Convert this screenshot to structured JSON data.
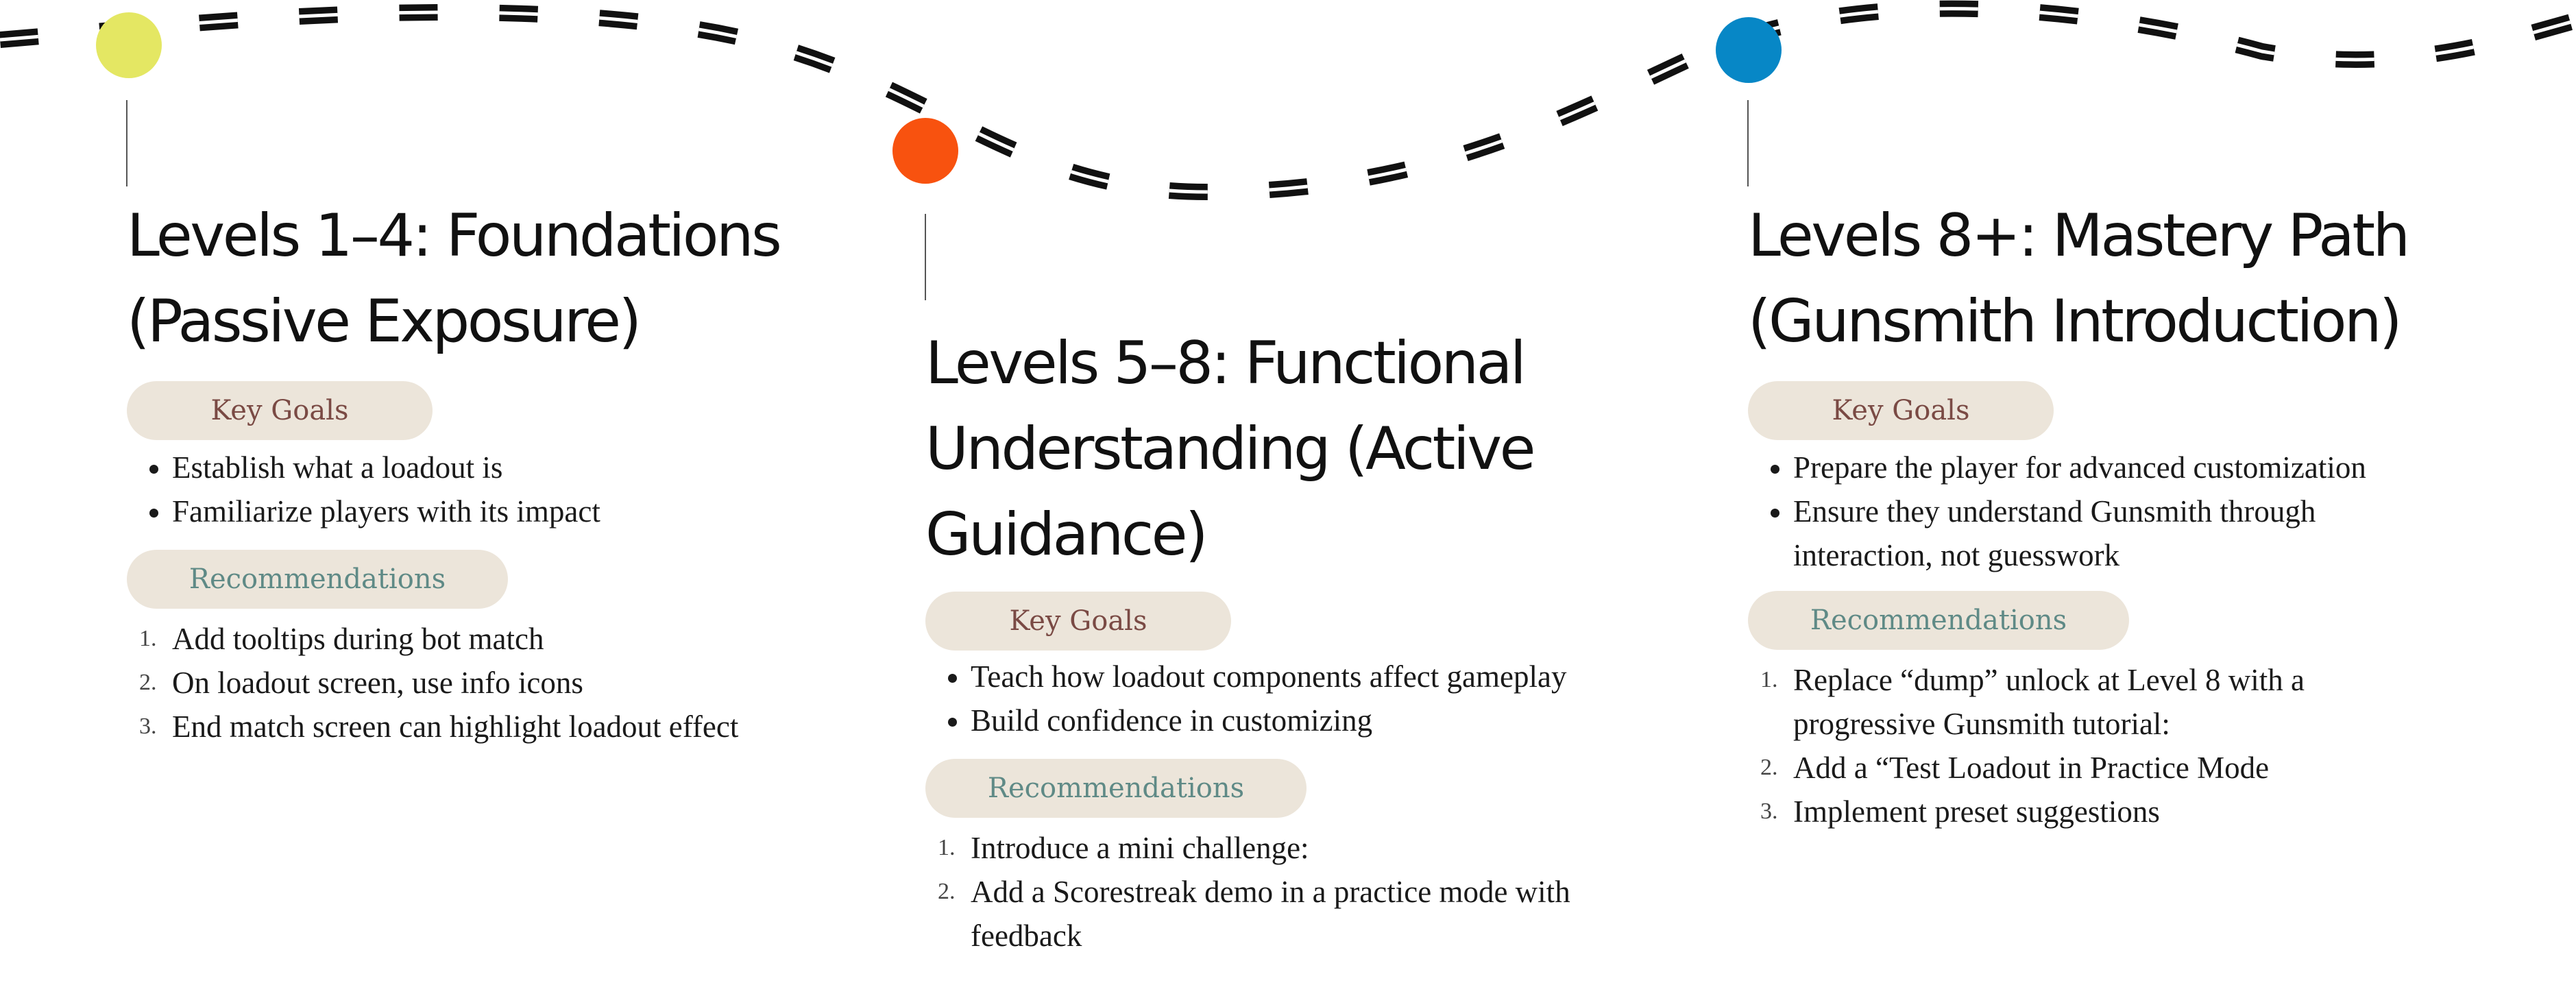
{
  "colors": {
    "stage1_dot": "#e4e763",
    "stage2_dot": "#f8520f",
    "stage3_dot": "#0787c6",
    "pill_bg": "#ece5da",
    "goals_text": "#7a4a44",
    "recs_text": "#5f8a86"
  },
  "stages": [
    {
      "title": "Levels 1–4: Foundations (Passive Exposure)",
      "goals_label": "Key Goals",
      "goals": [
        "Establish what a loadout is",
        "Familiarize players with its impact"
      ],
      "recs_label": "Recommendations",
      "recs": [
        "Add tooltips during bot match",
        "On loadout screen, use info icons",
        "End match screen can highlight loadout effect"
      ]
    },
    {
      "title": "Levels 5–8: Functional Understanding (Active Guidance)",
      "goals_label": "Key Goals",
      "goals": [
        "Teach how loadout components affect gameplay",
        "Build confidence in customizing"
      ],
      "recs_label": "Recommendations",
      "recs": [
        "Introduce a mini challenge:",
        "Add a Scorestreak demo in a practice mode with feedback"
      ]
    },
    {
      "title": "Levels 8+: Mastery Path (Gunsmith Introduction)",
      "goals_label": "Key Goals",
      "goals": [
        "Prepare the player for advanced customization",
        "Ensure they understand Gunsmith through interaction, not guesswork"
      ],
      "recs_label": "Recommendations",
      "recs": [
        "Replace “dump” unlock at Level 8 with a progressive Gunsmith tutorial:",
        "Add a “Test Loadout in Practice Mode",
        "Implement preset suggestions"
      ]
    }
  ]
}
